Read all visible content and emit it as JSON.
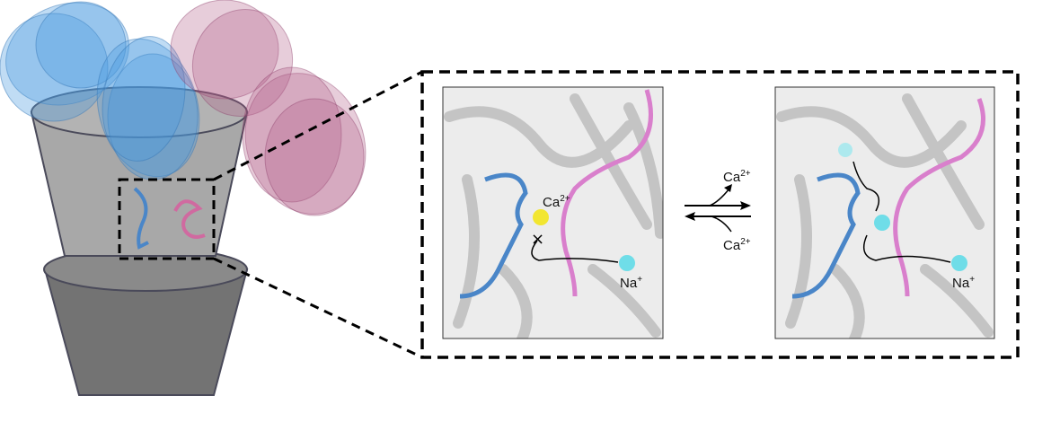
{
  "left_panel": {
    "ion_label": "Ca",
    "ion_charge": "2+",
    "na_label": "Na",
    "na_charge": "+"
  },
  "equilibrium": {
    "top_label": "Ca",
    "top_charge": "2+",
    "bottom_label": "Ca",
    "bottom_charge": "2+"
  },
  "right_panel": {
    "na_label": "Na",
    "na_charge": "+"
  },
  "colors": {
    "blue": "#4a86c8",
    "pink": "#d97fcc",
    "calcium": "#f2e630",
    "sodium": "#6fdde8",
    "oxygen": "#e03030"
  }
}
